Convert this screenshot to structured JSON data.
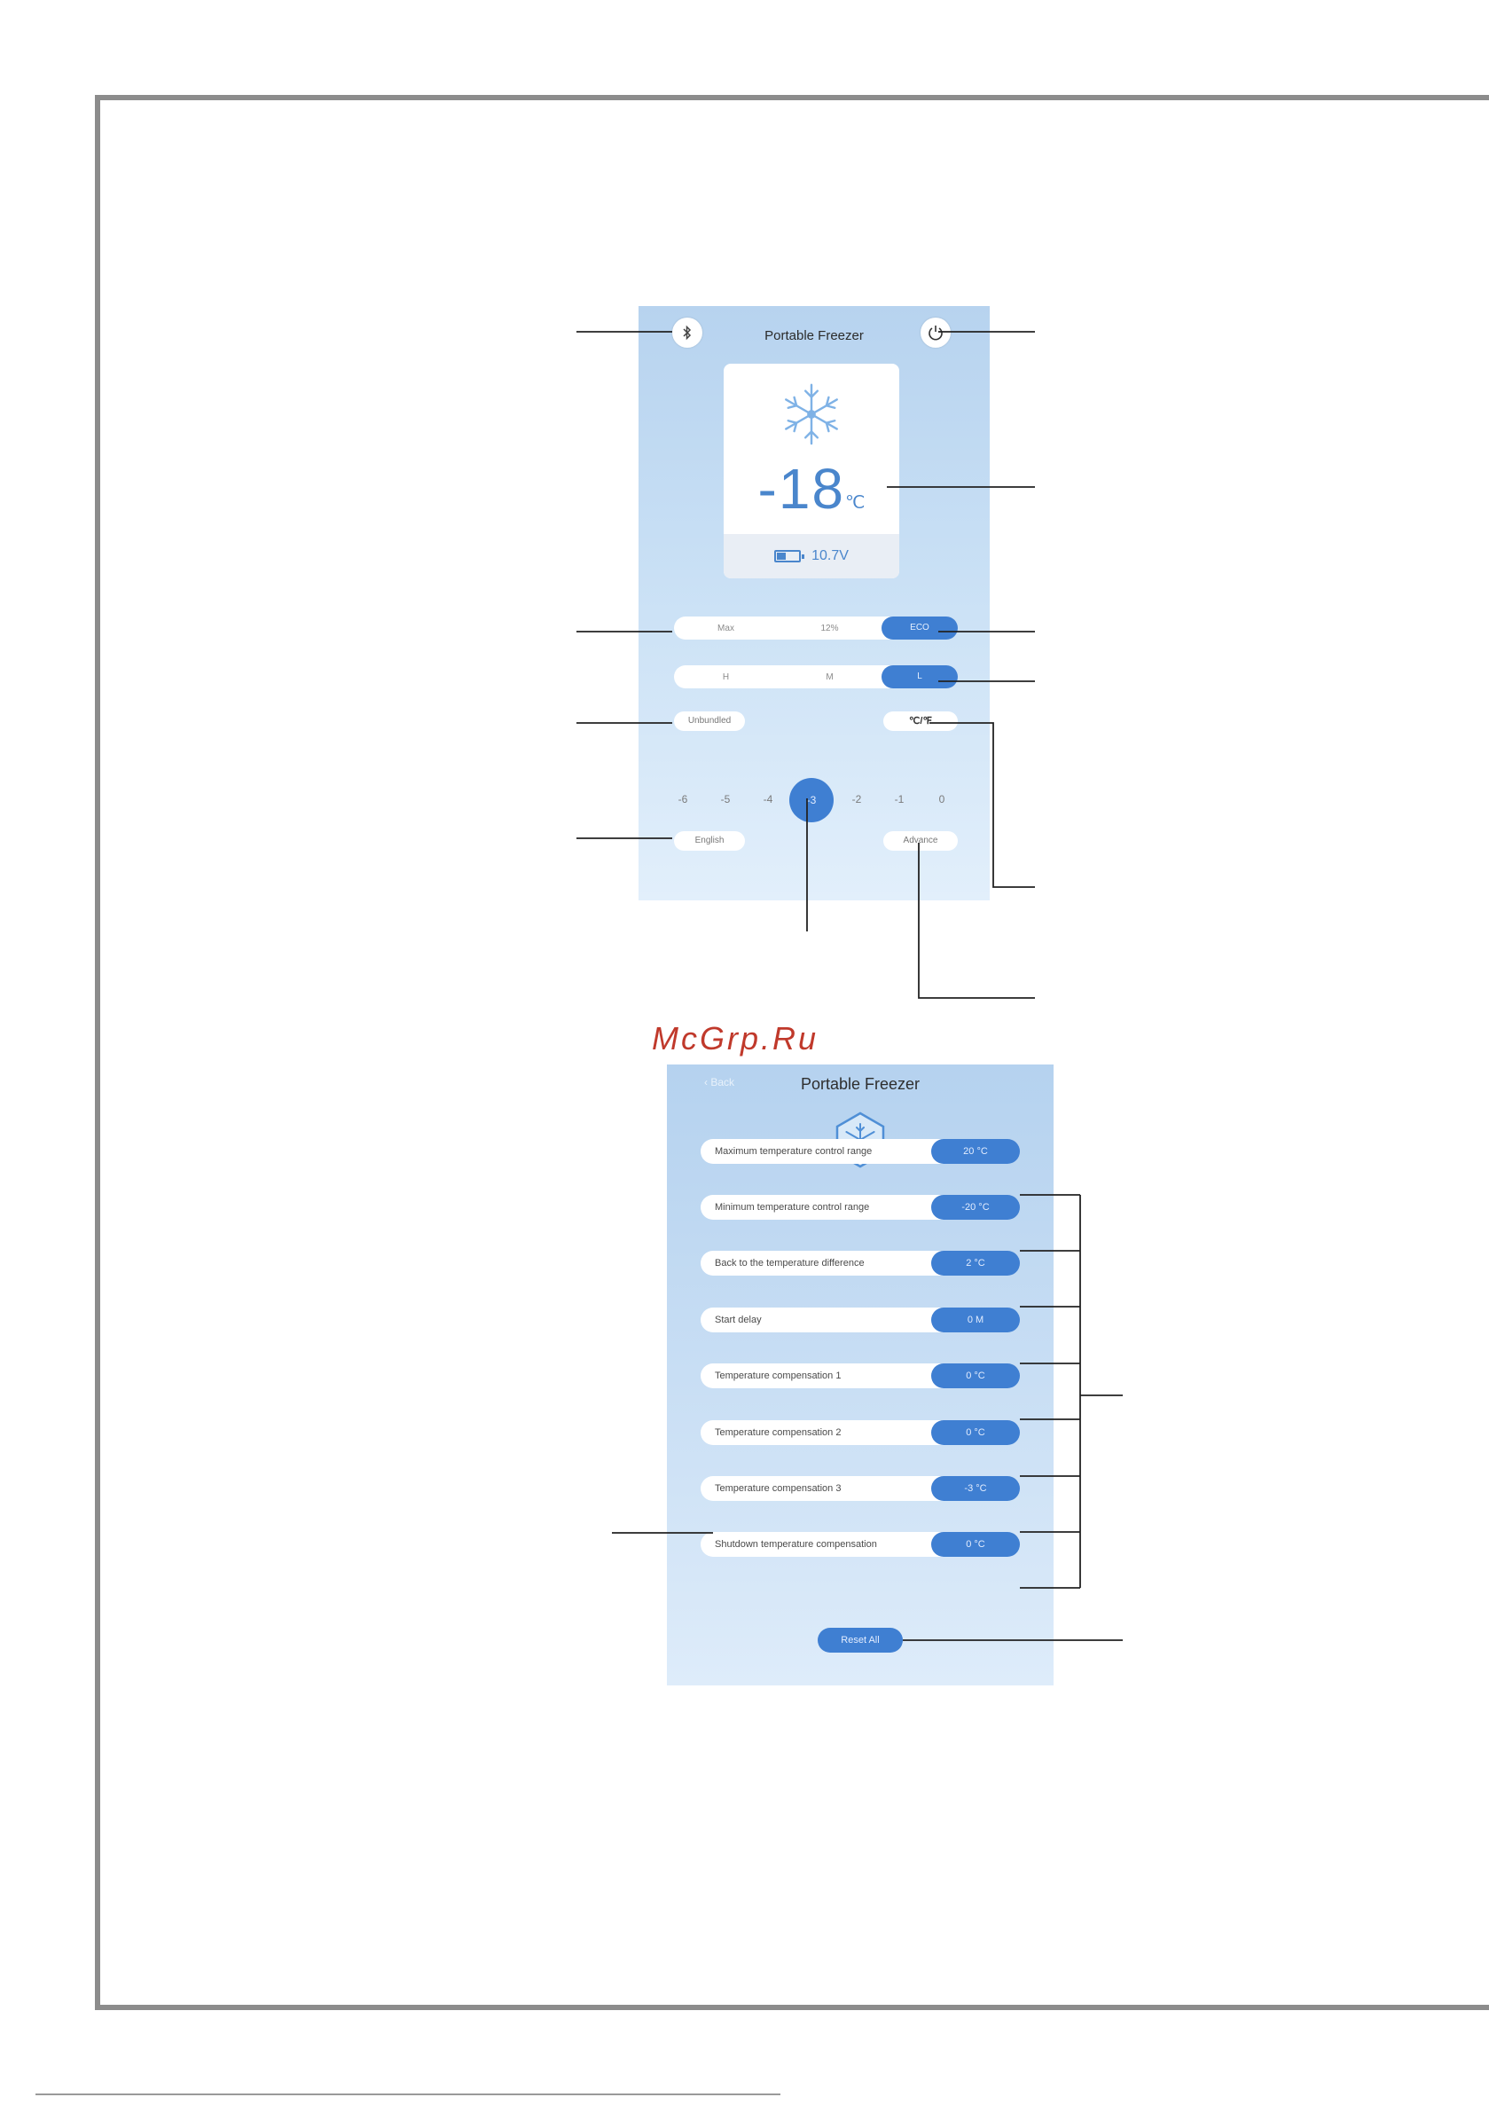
{
  "watermark": "McGrp.Ru",
  "screen1": {
    "title": "Portable Freezer",
    "temperature": "-18",
    "temperature_unit": "℃",
    "voltage": "10.7V",
    "battery_level": 0.4,
    "mode_row": [
      "Max",
      "12%",
      "ECO"
    ],
    "mode_active": "ECO",
    "power_row": [
      "H",
      "M",
      "L"
    ],
    "power_active": "L",
    "bind_button": "Unbundled",
    "unit_toggle": "℃/℉",
    "offset_values": [
      "-6",
      "-5",
      "-4",
      "-3",
      "-2",
      "-1",
      "0"
    ],
    "offset_active": "-3",
    "language_button": "English",
    "advance_button": "Advance"
  },
  "screen2": {
    "back_label": "Back",
    "title": "Portable Freezer",
    "settings": [
      {
        "label": "Maximum temperature control range",
        "value": "20 °C"
      },
      {
        "label": "Minimum temperature control range",
        "value": "-20 °C"
      },
      {
        "label": "Back to the temperature difference",
        "value": "2 °C"
      },
      {
        "label": "Start delay",
        "value": "0 M"
      },
      {
        "label": "Temperature compensation 1",
        "value": "0 °C"
      },
      {
        "label": "Temperature compensation 2",
        "value": "0 °C"
      },
      {
        "label": "Temperature compensation 3",
        "value": "-3 °C"
      },
      {
        "label": "Shutdown temperature compensation",
        "value": "0 °C"
      }
    ],
    "reset_button": "Reset All"
  },
  "colors": {
    "accent": "#3f7fd2",
    "background_top": "#b7d3ef",
    "frame": "#8c8c8c",
    "watermark": "#c0392b"
  }
}
